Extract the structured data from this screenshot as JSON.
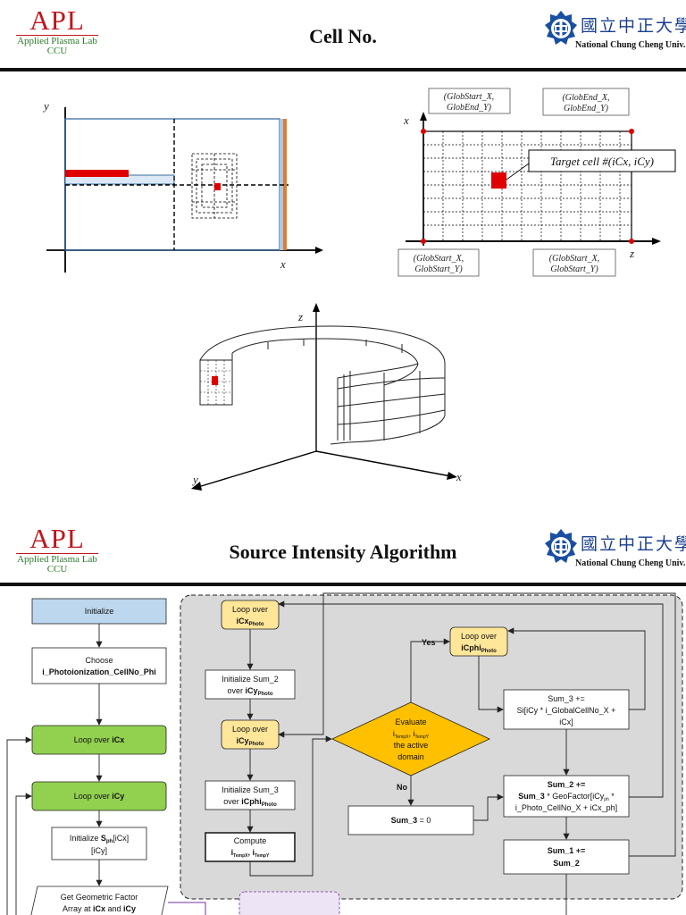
{
  "lab_logo": {
    "name": "APL",
    "line1": "Applied Plasma Lab",
    "line2": "CCU"
  },
  "university_logo": {
    "chinese": "國立中正大學",
    "english": "National Chung Cheng Univ."
  },
  "slide1": {
    "title": "Cell No.",
    "diagram_2d": {
      "y_axis": "y",
      "x_axis": "x"
    },
    "grid_diagram": {
      "x_axis": "x",
      "z_axis": "z",
      "corner_top_left": {
        "line1": "(GlobStart_X,",
        "line2": "GlobEnd_Y)"
      },
      "corner_top_right": {
        "line1": "(GlobEnd_X,",
        "line2": "GlobEnd_Y)"
      },
      "corner_bottom_left": {
        "line1": "(GlobStart_X,",
        "line2": "GlobStart_Y)"
      },
      "corner_bottom_right": {
        "line1": "(GlobStart_X,",
        "line2": "GlobStart_Y)"
      },
      "target_label": "Target cell #(iCx, iCy)"
    },
    "diagram_3d": {
      "z_axis": "z",
      "y_axis": "y",
      "x_axis": "x"
    }
  },
  "slide2": {
    "title": "Source Intensity Algorithm",
    "flow": {
      "initialize": "Initialize",
      "choose_line1": "Choose",
      "choose_line2": "i_Photoionization_CellNo_Phi",
      "loop_icx_prefix": "Loop over ",
      "loop_icx_var": "iCx",
      "loop_icy_prefix": "Loop over ",
      "loop_icy_var": "iCy",
      "init_sph_prefix": "Initialize ",
      "init_sph_var": "S",
      "init_sph_sub": "ph",
      "init_sph_rest": "[iCx]",
      "init_sph_line2": "[iCy]",
      "get_geo_line1": "Get Geometric Factor",
      "get_geo_line2_a": "Array  at ",
      "get_geo_line2_b": "iCx",
      "get_geo_line2_c": " and ",
      "get_geo_line2_d": "iCy",
      "loop_photo_x_line1": "Loop over",
      "loop_photo_x_var": "iCx",
      "loop_photo_x_sub": "Photo",
      "init_sum2_line1": "Initialize Sum_2",
      "init_sum2_line2": "over ",
      "init_sum2_var": "iCy",
      "init_sum2_sub": "Photo",
      "loop_photo_y_line1": "Loop over",
      "loop_photo_y_var": "iCy",
      "loop_photo_y_sub": "Photo",
      "init_sum3_line1": "Initialize Sum_3",
      "init_sum3_line2": "over ",
      "init_sum3_var": "iCphi",
      "init_sum3_sub": "Photo",
      "compute_line1": "Compute",
      "compute_var1": "i",
      "compute_sub1": "TempX",
      "compute_comma": ", ",
      "compute_var2": "i",
      "compute_sub2": "TempY",
      "evaluate_line1": "Evaluate",
      "evaluate_var1": "i",
      "evaluate_sub1": "TempX",
      "evaluate_comma": ", ",
      "evaluate_var2": "i",
      "evaluate_sub2": "TempY",
      "evaluate_line3": "the active",
      "evaluate_line4": "domain",
      "yes": "Yes",
      "no": "No",
      "loop_phi_line1": "Loop over",
      "loop_phi_var": "iCphi",
      "loop_phi_sub": "Photo",
      "sum3_plus_line1": "Sum_3 +=",
      "sum3_plus_line2": "Si[iCy * i_GlobalCellNo_X +",
      "sum3_plus_line3": "iCx]",
      "sum3_zero_a": "Sum_3",
      "sum3_zero_b": " = 0",
      "sum2_plus_line1": "Sum_2 +=",
      "sum2_plus_line2_a": "Sum_3",
      "sum2_plus_line2_b": " * GeoFactor[iCy",
      "sum2_plus_sub": "ph",
      "sum2_plus_line2_c": " *",
      "sum2_plus_line3": "i_Photo_CellNo_X + iCx_ph]",
      "sum1_line1": "Sum_1 +=",
      "sum1_line2": "Sum_2"
    }
  },
  "colors": {
    "initialize_fill": "#bdd7ee",
    "loop_green": "#92d050",
    "loop_yellow": "#ffe699",
    "decision": "#ffc000",
    "target_cell": "#e00000",
    "frame_gray": "#d9d9d9",
    "connector_purple": "#7030a0"
  }
}
